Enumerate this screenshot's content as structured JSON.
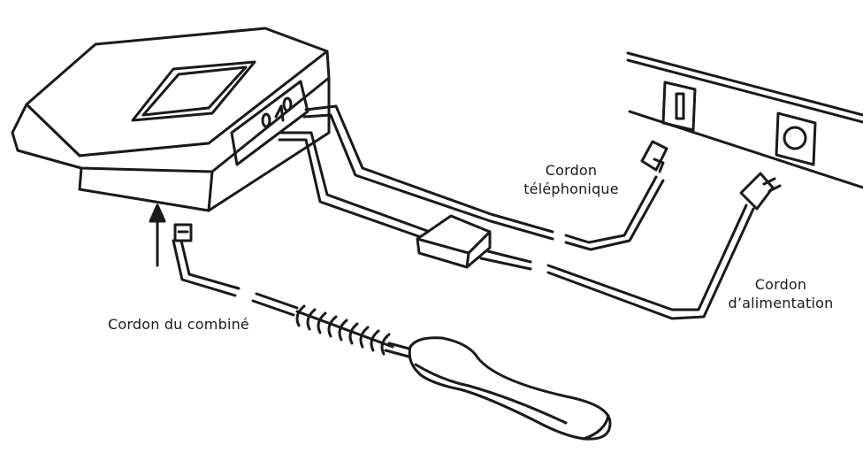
{
  "labels": {
    "telephone_cord_line1": "Cordon",
    "telephone_cord_line2": "téléphonique",
    "power_cord_line1": "Cordon",
    "power_cord_line2": "d’alimentation",
    "handset_cord": "Cordon du combiné"
  },
  "colors": {
    "line": "#1a1a1a",
    "background": "#ffffff"
  }
}
